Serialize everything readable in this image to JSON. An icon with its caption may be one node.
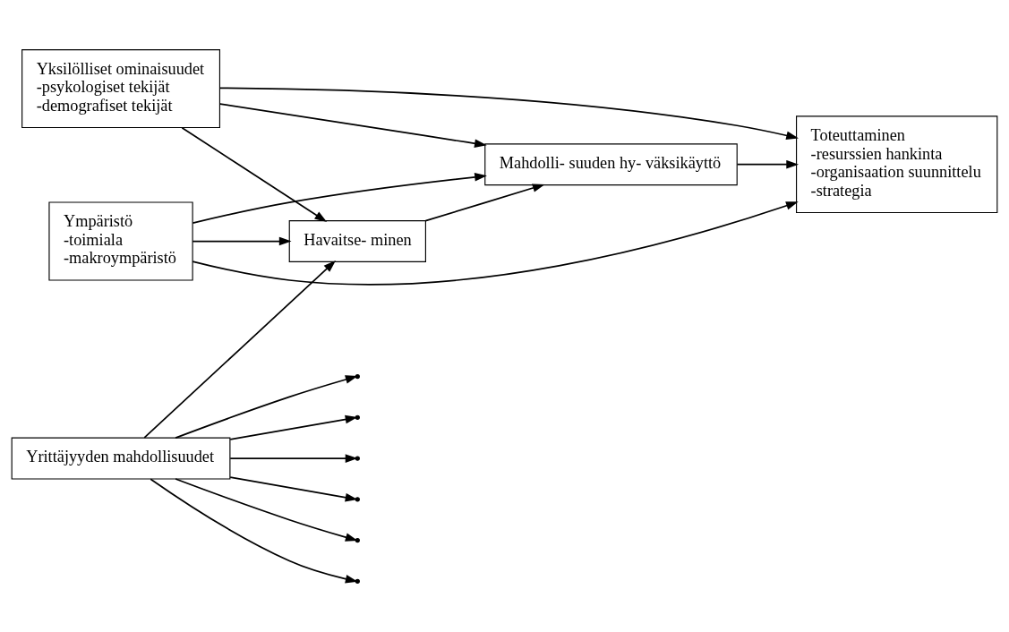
{
  "diagram": {
    "nodes": [
      {
        "text": [
          "Yksilölliset ominaisuudet",
          "-psykologiset tekijät",
          "-demografiset tekijät"
        ]
      },
      {
        "text": [
          "Yrittäjyyden mahdollisuudet"
        ]
      },
      {
        "text": [
          "Havaitse- minen"
        ]
      },
      {
        "text": [
          "Mahdolli- suuden hy- väksikäyttö"
        ]
      },
      {
        "text": [
          "Toteuttaminen",
          "-resurssien hankinta",
          "-organisaation suunnittelu",
          "-strategia"
        ]
      },
      {
        "text": [
          "Ympäristö",
          "-toimiala",
          "-makroympäristö"
        ]
      }
    ],
    "edges": [
      {
        "from": 0,
        "to": 4,
        "arrow": "to"
      },
      {
        "from": 0,
        "to": 2,
        "arrow": "to"
      },
      {
        "from": 0,
        "to": 3,
        "arrow": "to"
      },
      {
        "from": 1,
        "to": null,
        "arrow": "to"
      },
      {
        "from": 1,
        "to": null,
        "arrow": "to"
      },
      {
        "from": 1,
        "to": null,
        "arrow": "to"
      },
      {
        "from": 1,
        "to": 2,
        "arrow": "to"
      },
      {
        "from": 2,
        "to": 3,
        "arrow": "to"
      },
      {
        "from": 3,
        "to": 4,
        "arrow": "to"
      },
      {
        "from": 1,
        "to": null,
        "arrow": "to"
      },
      {
        "from": 1,
        "to": null,
        "arrow": "to"
      },
      {
        "from": 1,
        "to": null,
        "arrow": "to"
      },
      {
        "from": 5,
        "to": 2,
        "arrow": "to"
      },
      {
        "from": 5,
        "to": 3,
        "arrow": "to"
      },
      {
        "from": 5,
        "to": 4,
        "arrow": "to"
      }
    ]
  }
}
